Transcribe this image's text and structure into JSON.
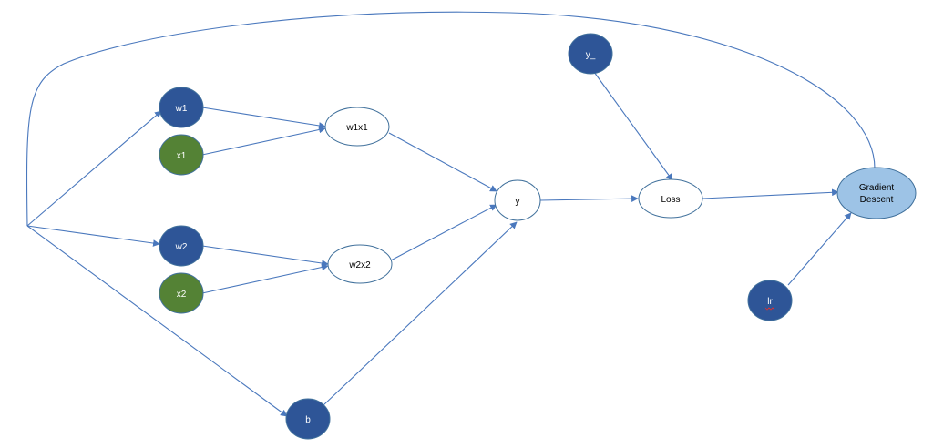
{
  "nodes": {
    "w1": {
      "label": "w1",
      "fill": "#2e5597"
    },
    "x1": {
      "label": "x1",
      "fill": "#548235"
    },
    "w2": {
      "label": "w2",
      "fill": "#2e5597"
    },
    "x2": {
      "label": "x2",
      "fill": "#548235"
    },
    "b": {
      "label": "b",
      "fill": "#2e5597"
    },
    "w1x1": {
      "label": "w1x1",
      "fill": "#ffffff"
    },
    "w2x2": {
      "label": "w2x2",
      "fill": "#ffffff"
    },
    "y": {
      "label": "y",
      "fill": "#ffffff"
    },
    "loss": {
      "label": "Loss",
      "fill": "#ffffff"
    },
    "y_": {
      "label": "y_",
      "fill": "#2e5597"
    },
    "lr": {
      "label": "lr",
      "fill": "#2e5597"
    },
    "gd": {
      "label_line1": "Gradient",
      "label_line2": "Descent",
      "fill": "#9dc3e6"
    }
  },
  "colors": {
    "edge": "#4a78bd",
    "outline": "#41719c",
    "light_text": "#ffffff",
    "dark_text": "#000000"
  }
}
